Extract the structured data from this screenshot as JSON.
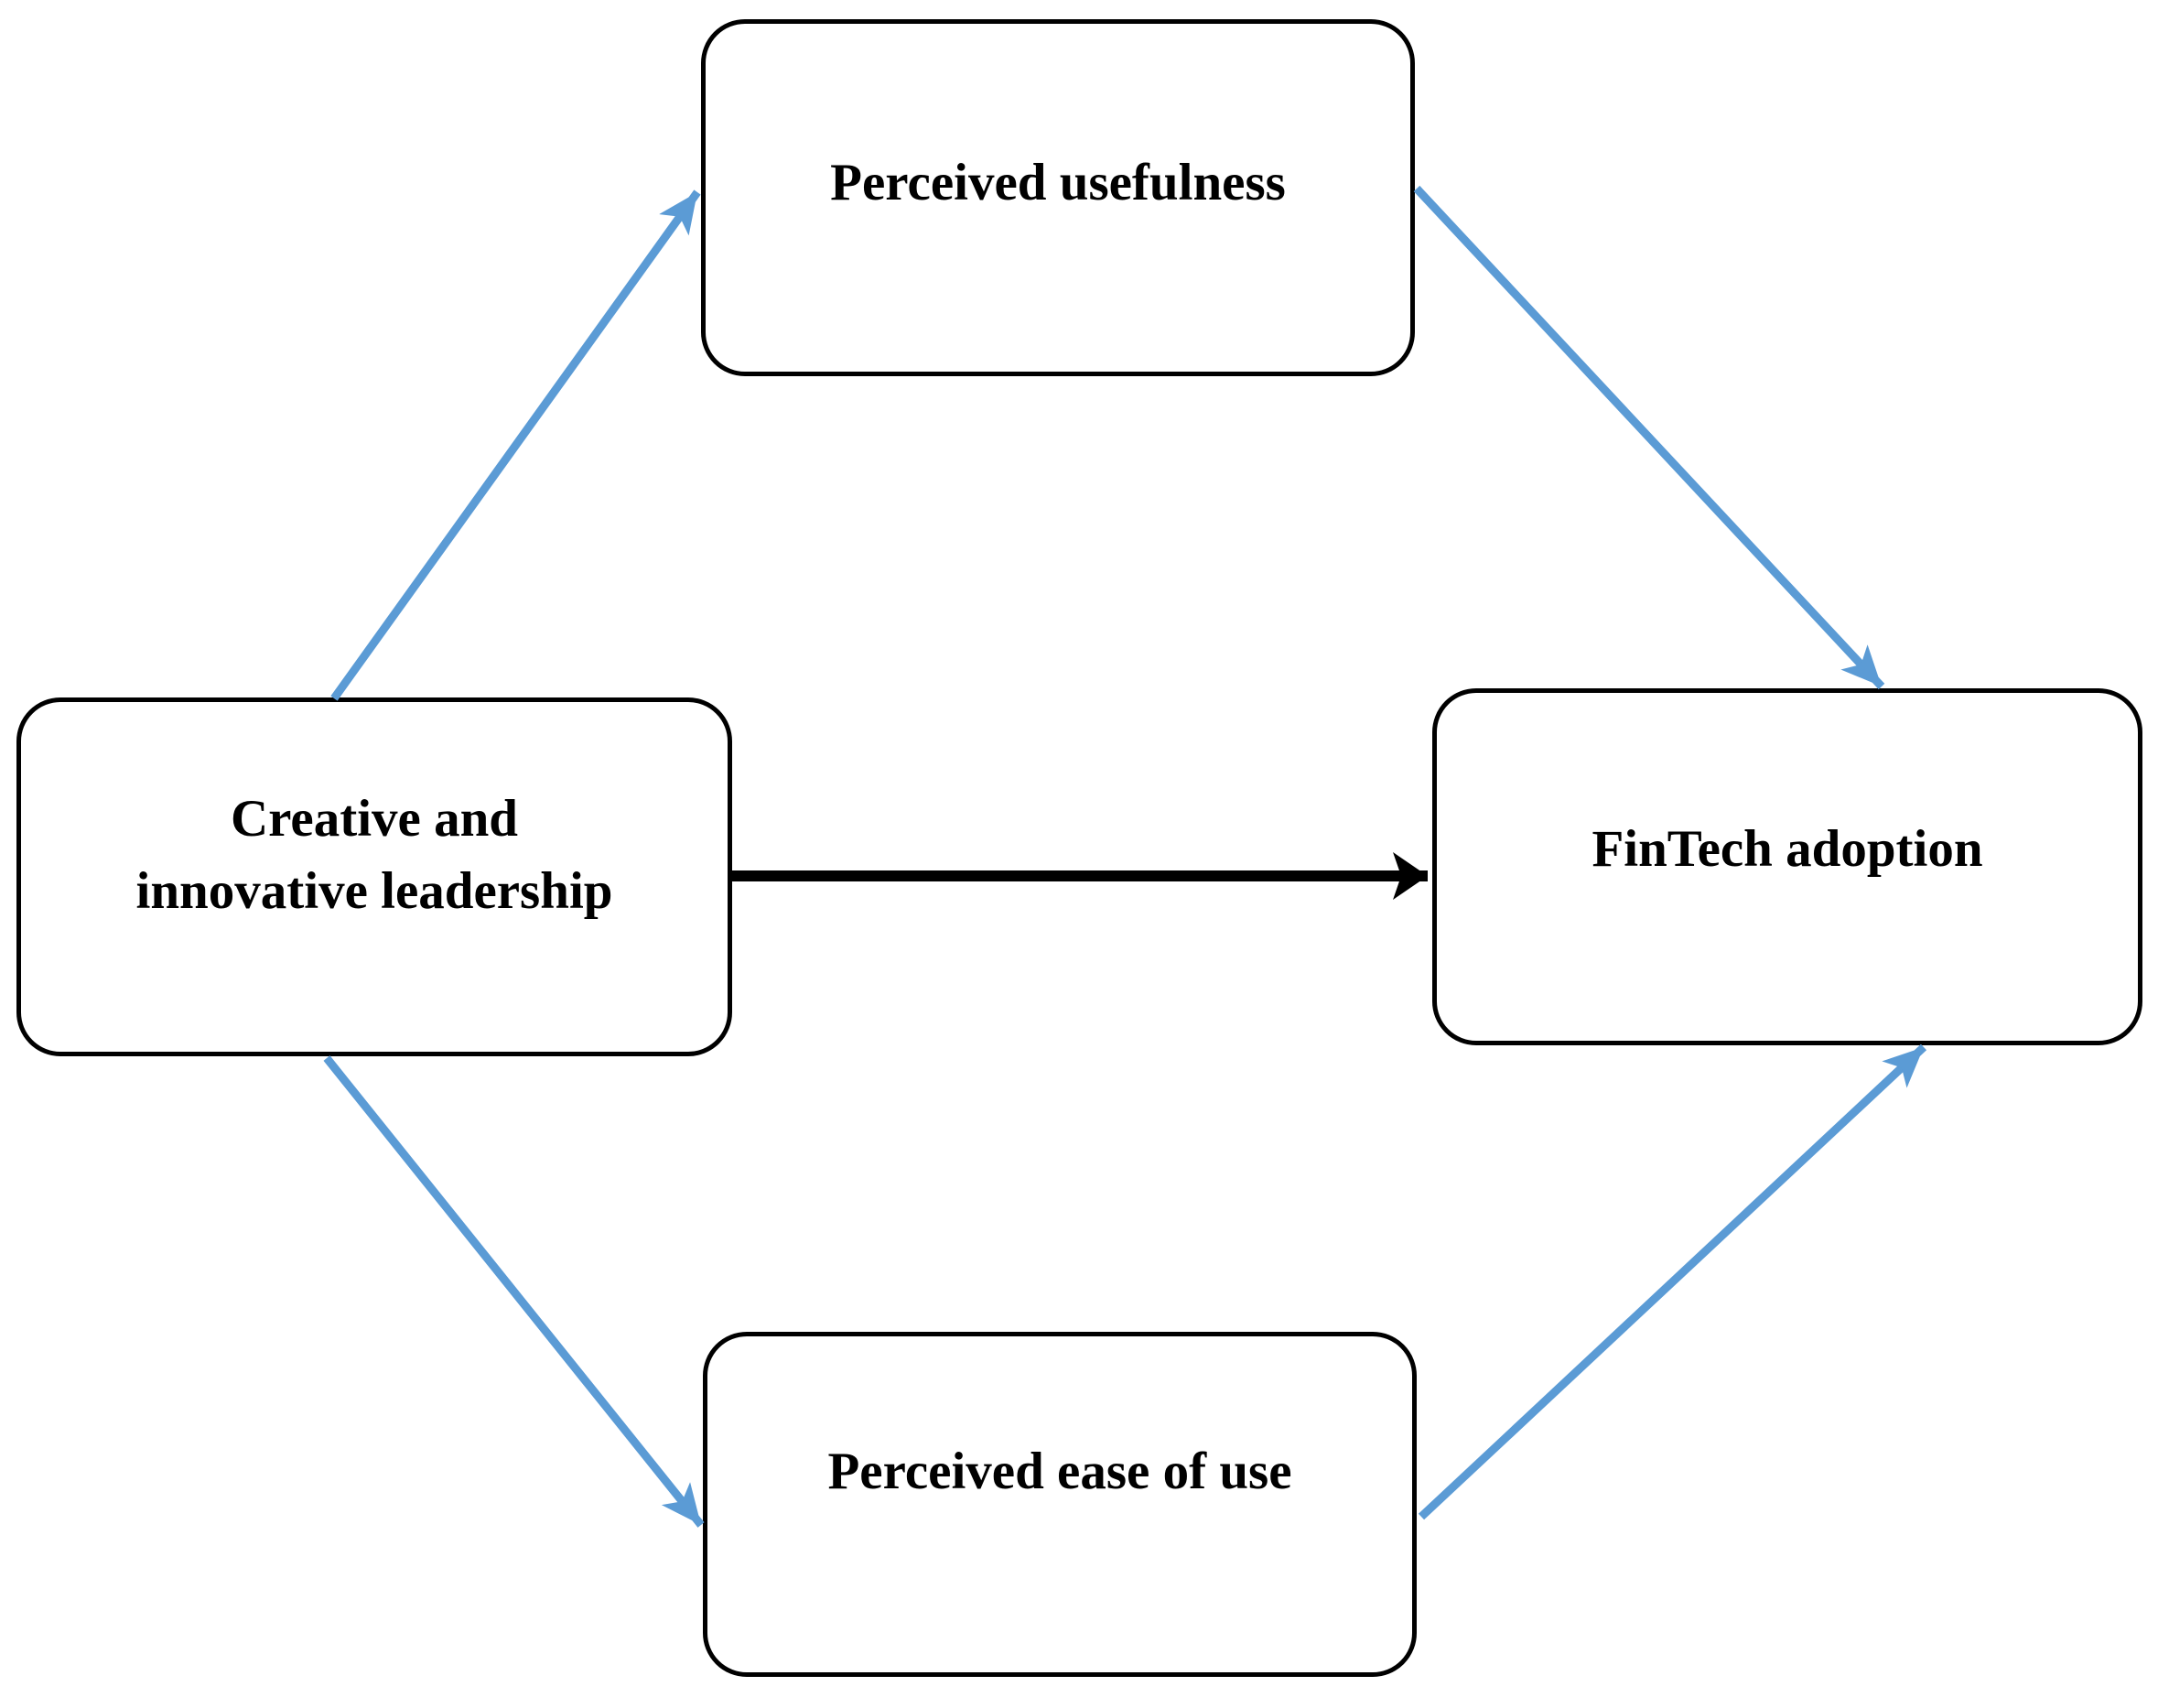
{
  "diagram": {
    "type": "conceptual-model",
    "background_color": "#FFFFFF",
    "node_style": {
      "fill": "#FFFFFF",
      "border_color": "#000000",
      "text_color": "#000000"
    },
    "colors": {
      "mediation_arrow": "#5B9BD5",
      "direct_arrow": "#000000"
    },
    "nodes": [
      {
        "id": "perceived-usefulness",
        "label": "Perceived usefulness",
        "position": "top-center"
      },
      {
        "id": "creative-innovative-leadership",
        "label": "Creative and\ninnovative leadership",
        "position": "middle-left"
      },
      {
        "id": "fintech-adoption",
        "label": "FinTech adoption",
        "position": "middle-right"
      },
      {
        "id": "perceived-ease-of-use",
        "label": "Perceived ease of use",
        "position": "bottom-center"
      }
    ],
    "edges": [
      {
        "from": "creative-innovative-leadership",
        "to": "perceived-usefulness",
        "color": "#5B9BD5",
        "style": "solid-arrow"
      },
      {
        "from": "perceived-usefulness",
        "to": "fintech-adoption",
        "color": "#5B9BD5",
        "style": "solid-arrow"
      },
      {
        "from": "creative-innovative-leadership",
        "to": "fintech-adoption",
        "color": "#000000",
        "style": "solid-arrow"
      },
      {
        "from": "creative-innovative-leadership",
        "to": "perceived-ease-of-use",
        "color": "#5B9BD5",
        "style": "solid-arrow"
      },
      {
        "from": "perceived-ease-of-use",
        "to": "fintech-adoption",
        "color": "#5B9BD5",
        "style": "solid-arrow"
      }
    ]
  }
}
